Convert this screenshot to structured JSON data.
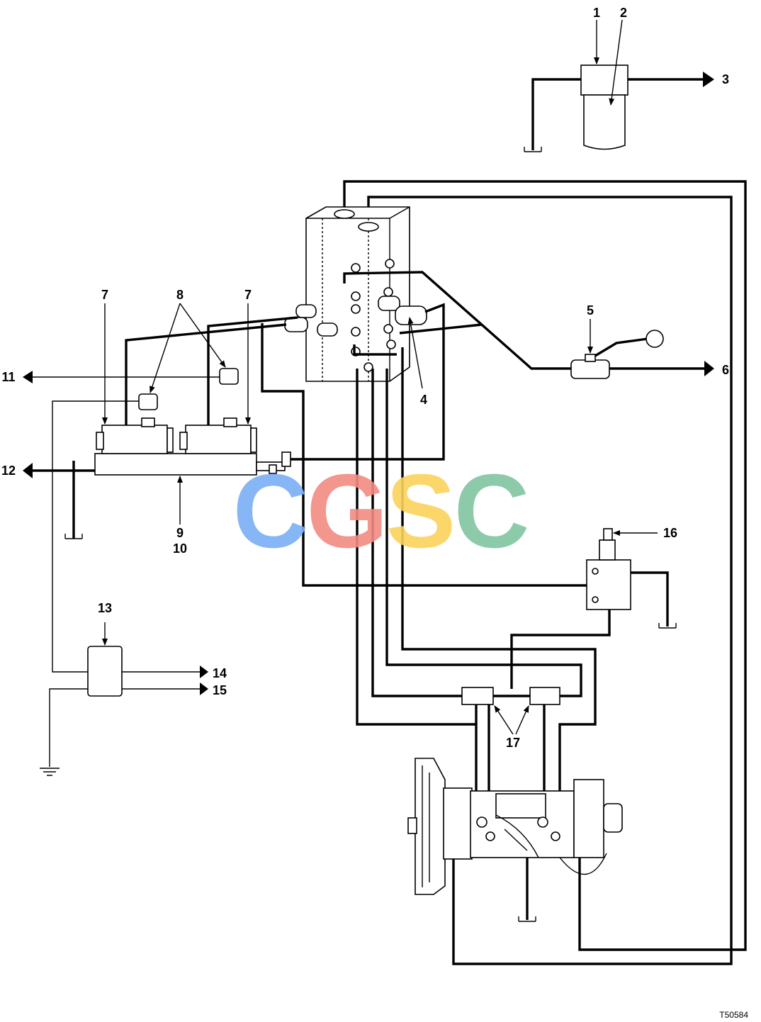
{
  "callouts": {
    "c1": "1",
    "c2": "2",
    "c3": "3",
    "c4": "4",
    "c5": "5",
    "c6": "6",
    "c7a": "7",
    "c7b": "7",
    "c8": "8",
    "c9": "9",
    "c10": "10",
    "c11": "11",
    "c12": "12",
    "c13": "13",
    "c14": "14",
    "c15": "15",
    "c16": "16",
    "c17": "17"
  },
  "drawing_id": "T50584",
  "watermark": {
    "letters": [
      "C",
      "G",
      "S",
      "C"
    ],
    "colors": [
      "#7aaef5",
      "#f28b82",
      "#fbd35b",
      "#7fc4a1"
    ]
  },
  "colors": {
    "line": "#000000",
    "background": "#ffffff"
  }
}
